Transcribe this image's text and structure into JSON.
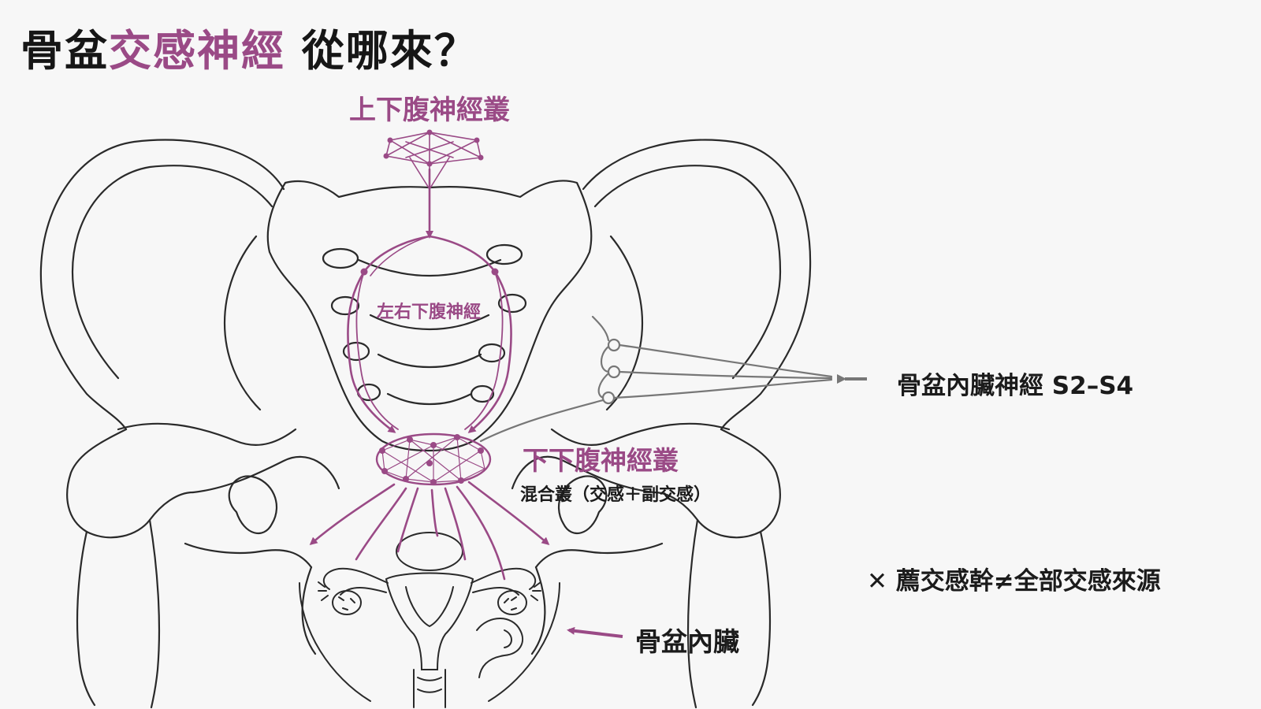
{
  "title": {
    "prefix": "骨盆",
    "highlight": "交感神經",
    "suffix": " 從哪來？"
  },
  "labels": {
    "superior_plexus": "上下腹神經叢",
    "hypogastric_nerves": "左右下腹神經",
    "pelvic_splanchnic": "骨盆內臟神經 S2–S4",
    "inferior_plexus": "下下腹神經叢",
    "inferior_plexus_note": "混合叢（交感＋副交感）",
    "sacral_trunk_note": "✕ 薦交感幹≠全部交感來源",
    "pelvic_viscera": "骨盆內臟"
  },
  "colors": {
    "nerve": "#9a4a86",
    "bone_stroke": "#2a2a2a",
    "splanchnic": "#777777",
    "background": "#f7f7f7"
  }
}
